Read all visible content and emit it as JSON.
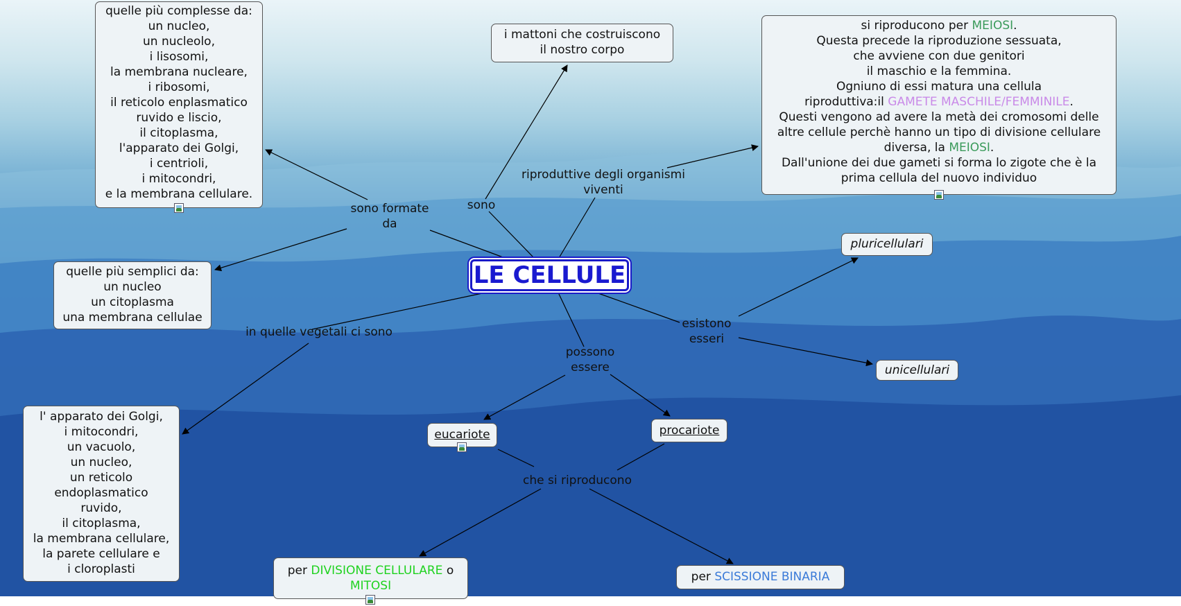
{
  "colors": {
    "meiosi": "#3a9a5a",
    "gamete": "#c98ae8",
    "divisione": "#1fd21f",
    "scissione": "#3a7ad8",
    "main_border": "#1a1ac8",
    "main_text": "#1a1ad0"
  },
  "main_title": "LE CELLULE",
  "nodes": {
    "complesse": [
      "quelle più complesse da:",
      "un nucleo,",
      "un nucleolo,",
      "i lisosomi,",
      "la membrana nucleare,",
      "i ribosomi,",
      "il reticolo enplasmatico",
      "ruvido e liscio,",
      "il citoplasma,",
      "l'apparato dei Golgi,",
      "i centrioli,",
      "i mitocondri,",
      "e la membrana cellulare."
    ],
    "mattoni": [
      "i mattoni che costruiscono",
      "il nostro corpo"
    ],
    "meiosi": {
      "line1_pre": "si riproducono per ",
      "line1_hl": "MEIOSI",
      "line1_post": ".",
      "line2": "Questa precede la riproduzione sessuata,",
      "line3": "che avviene con due genitori",
      "line4": "il maschio e la femmina.",
      "line5": "Ogniuno di essi matura una cellula",
      "line6_pre": "riproduttiva:il ",
      "line6_hl": "GAMETE MASCHILE/FEMMINILE",
      "line6_post": ".",
      "line7": "Questi vengono ad avere la metà dei cromosomi delle",
      "line8": "altre cellule perchè hanno un tipo di divisione cellulare",
      "line9_pre": "diversa, la ",
      "line9_hl": "MEIOSI",
      "line9_post": ".",
      "line10": "Dall'unione dei due gameti si forma lo zigote che è la",
      "line11": "prima cellula del nuovo individuo"
    },
    "semplici": [
      "quelle più semplici da:",
      "un nucleo",
      "un citoplasma",
      "una membrana cellulae"
    ],
    "pluricellulari": "pluricellulari",
    "unicellulari": "unicellulari",
    "vegetali": [
      "l' apparato dei Golgi,",
      "i mitocondri,",
      "un vacuolo,",
      "un nucleo,",
      "un reticolo",
      "endoplasmatico",
      "ruvido,",
      "il citoplasma,",
      "la membrana cellulare,",
      "la parete cellulare e",
      "i cloroplasti"
    ],
    "eucariote": "eucariote",
    "procariote": "procariote",
    "divisione": {
      "pre": "per ",
      "hl1": "DIVISIONE CELLULARE",
      "mid": " o",
      "hl2": "MITOSI"
    },
    "scissione": {
      "pre": "per ",
      "hl": "SCISSIONE BINARIA"
    }
  },
  "links": {
    "sono_formate": [
      "sono formate",
      "da"
    ],
    "sono": "sono",
    "riproduttive": [
      "riproduttive degli organismi",
      "viventi"
    ],
    "vegetali": "in quelle vegetali ci sono",
    "possono": [
      "possono",
      "essere"
    ],
    "esistono": [
      "esistono",
      "esseri"
    ],
    "riproducono": "che si riproducono"
  }
}
